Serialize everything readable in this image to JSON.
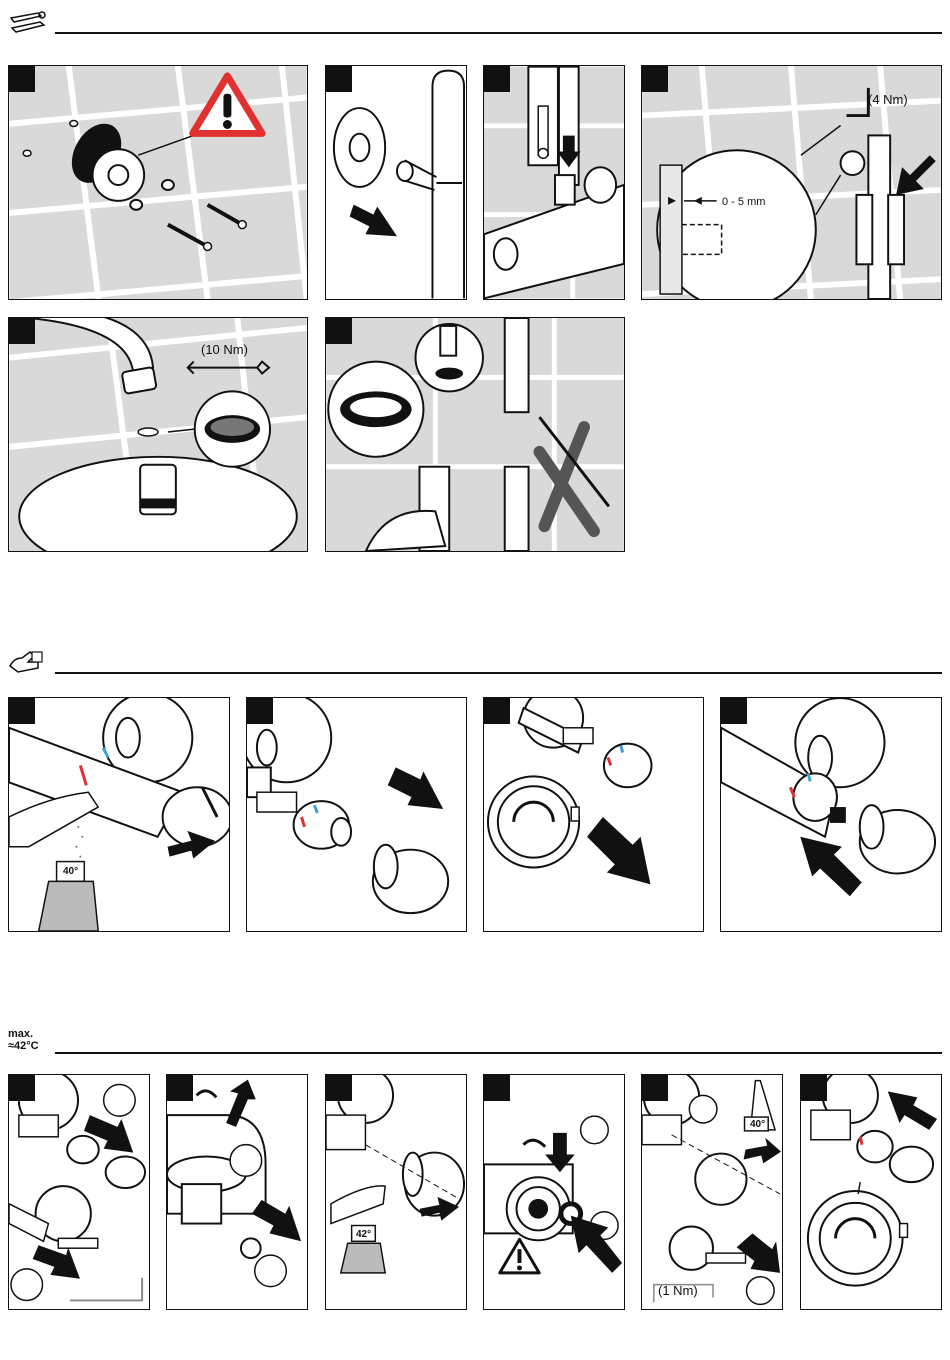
{
  "labels": {
    "torque_4nm": "(4 Nm)",
    "torque_10nm": "(10 Nm)",
    "torque_1nm": "(1 Nm)",
    "distance": "0 - 5 mm",
    "temp_40": "40°",
    "temp_42": "42°",
    "max_line1": "max.",
    "max_line2": "≈42°C"
  },
  "colors": {
    "tile_bg": "#d9d9d9",
    "tile_grout": "#ffffff",
    "warning_red": "#e03030",
    "ink": "#111111",
    "cold_blue": "#3aa0e0"
  },
  "icons": {
    "installation": "wrench-screwdriver-icon",
    "adjustment": "hand-adjust-icon",
    "warning": "warning-triangle-icon",
    "cross": "cross-out-icon"
  }
}
